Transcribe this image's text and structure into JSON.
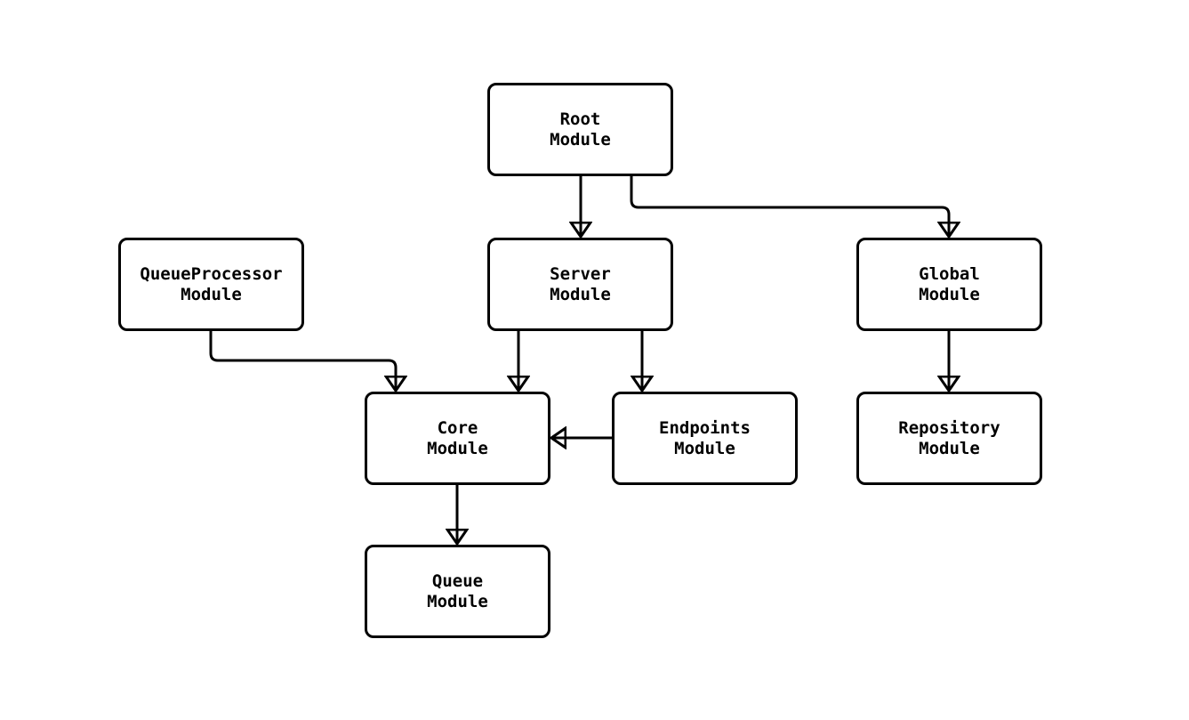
{
  "diagram": {
    "type": "module-dependency-flowchart",
    "colors": {
      "background": "#ffffff",
      "node_fill": "#ffffff",
      "node_border": "#000000",
      "edge_stroke": "#000000",
      "text": "#000000"
    },
    "nodes": [
      {
        "id": "root",
        "line1": "Root",
        "line2": "Module"
      },
      {
        "id": "server",
        "line1": "Server",
        "line2": "Module"
      },
      {
        "id": "queueprocessor",
        "line1": "QueueProcessor",
        "line2": "Module"
      },
      {
        "id": "global",
        "line1": "Global",
        "line2": "Module"
      },
      {
        "id": "core",
        "line1": "Core",
        "line2": "Module"
      },
      {
        "id": "endpoints",
        "line1": "Endpoints",
        "line2": "Module"
      },
      {
        "id": "repository",
        "line1": "Repository",
        "line2": "Module"
      },
      {
        "id": "queue",
        "line1": "Queue",
        "line2": "Module"
      }
    ],
    "edges": [
      {
        "from": "Root Module",
        "to": "Server Module"
      },
      {
        "from": "Root Module",
        "to": "Global Module"
      },
      {
        "from": "QueueProcessor Module",
        "to": "Core Module"
      },
      {
        "from": "Server Module",
        "to": "Core Module"
      },
      {
        "from": "Server Module",
        "to": "Endpoints Module"
      },
      {
        "from": "Endpoints Module",
        "to": "Core Module"
      },
      {
        "from": "Global Module",
        "to": "Repository Module"
      },
      {
        "from": "Core Module",
        "to": "Queue Module"
      }
    ]
  }
}
